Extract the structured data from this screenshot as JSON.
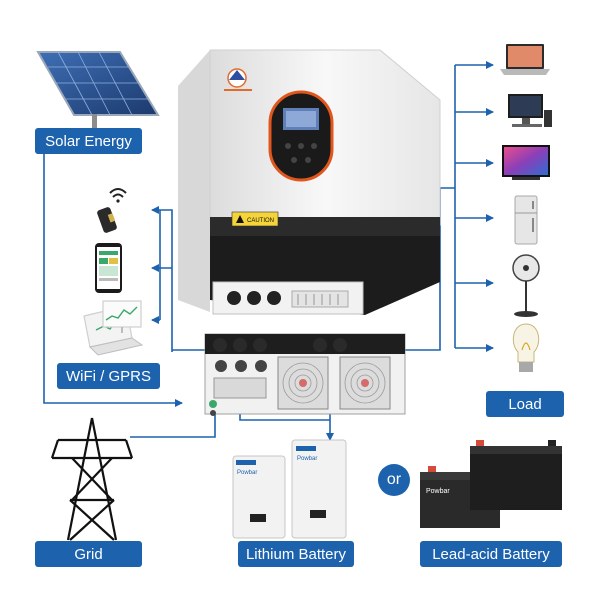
{
  "labels": {
    "solar": "Solar Energy",
    "wifi": "WiFi / GPRS",
    "load": "Load",
    "grid": "Grid",
    "lithium": "Lithium Battery",
    "lead_acid": "Lead-acid Battery",
    "or": "or"
  },
  "device": {
    "caution_text": "CAUTION"
  },
  "battery": {
    "brand_text": "Powbar",
    "lead_brand_text": "Powbar"
  },
  "colors": {
    "accent": "#1d62ad",
    "connector": "#1d62ad",
    "inverter_body": "#f4f4f4",
    "inverter_base": "#1a1a1a",
    "display_accent": "#e0561c"
  },
  "icons": {
    "solar": "solar-panel-icon",
    "wifi_dongle": "wifi-dongle-icon",
    "phone": "smartphone-icon",
    "laptop_monitor": "laptop-monitoring-icon",
    "grid": "transmission-tower-icon",
    "loads": [
      "laptop-icon",
      "desktop-computer-icon",
      "television-icon",
      "refrigerator-icon",
      "fan-icon",
      "light-bulb-icon"
    ]
  }
}
